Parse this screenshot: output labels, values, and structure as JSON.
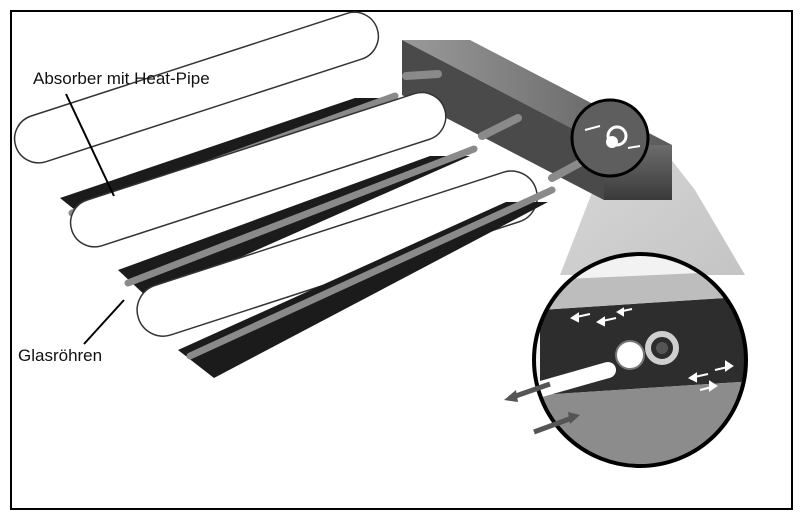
{
  "diagram": {
    "labels": {
      "absorber": "Absorber mit Heat-Pipe",
      "glass_tubes": "Glasröhren"
    },
    "tube_count": 3,
    "components": [
      "glass-tube",
      "absorber-plate",
      "heat-pipe",
      "manifold",
      "magnified-detail"
    ],
    "colors": {
      "background": "#ffffff",
      "frame": "#000000",
      "absorber": "#1b1b1b",
      "heat_pipe": "#8a8a8a",
      "manifold": "#6a6a6a"
    }
  }
}
